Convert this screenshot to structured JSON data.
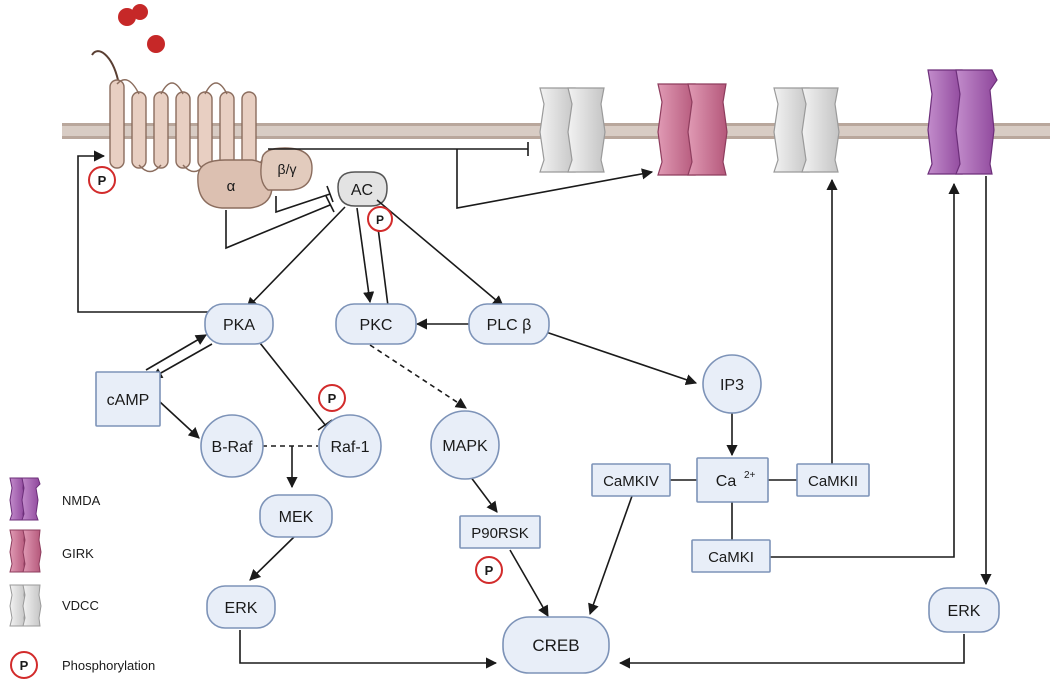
{
  "nodes": {
    "alpha": "α",
    "beta_gamma": "β/γ",
    "ac": "AC",
    "pka": "PKA",
    "pkc": "PKC",
    "plcb": "PLC β",
    "camp": "cAMP",
    "braf": "B-Raf",
    "raf1": "Raf-1",
    "mek": "MEK",
    "erk_left": "ERK",
    "mapk": "MAPK",
    "p90rsk": "P90RSK",
    "creb": "CREB",
    "ip3": "IP3",
    "ca": "Ca",
    "ca_sup": "2+",
    "camkiv": "CaMKIV",
    "camkii": "CaMKII",
    "camki": "CaMKI",
    "erk_right": "ERK"
  },
  "phospho_label": "P",
  "legend": {
    "nmda": "NMDA",
    "girk": "GIRK",
    "vdcc": "VDCC",
    "phosphorylation": "Phosphorylation"
  },
  "colors": {
    "node_fill": "#e8eef8",
    "node_stroke": "#7d93b8",
    "nmda": "#a45bb0",
    "girk": "#c96a8c",
    "vdcc": "#d9d9d9",
    "receptor": "#e8cfc2",
    "ligand": "#c62828",
    "phospho_ring": "#d22b2b",
    "membrane": "#c9b8ae"
  }
}
